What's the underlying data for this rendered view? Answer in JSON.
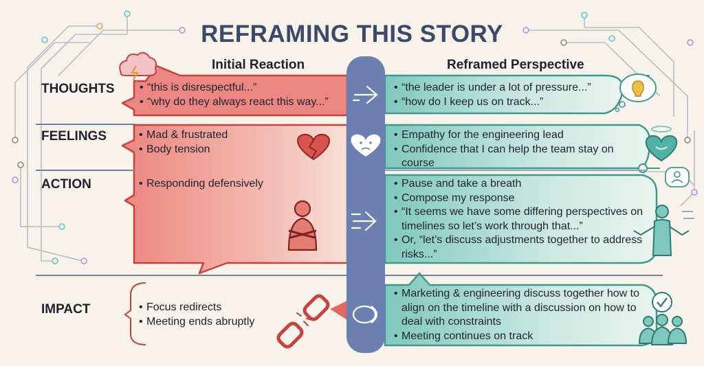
{
  "title": "REFRAMING THIS STORY",
  "columns": {
    "initial": "Initial Reaction",
    "reframed": "Reframed Perspective"
  },
  "rows": [
    {
      "label": "THOUGHTS",
      "initial": [
        "“this is disrespectful...”",
        "“why do they always react this way...”"
      ],
      "reframed": [
        "“the leader is under a lot of pressure...”",
        "“how do I keep us on track...”"
      ]
    },
    {
      "label": "FEELINGS",
      "initial": [
        "Mad & frustrated",
        "Body tension"
      ],
      "reframed": [
        "Empathy for the engineering lead",
        "Confidence that I can help the team stay on course"
      ]
    },
    {
      "label": "ACTION",
      "initial": [
        "Responding defensively"
      ],
      "reframed": [
        "Pause and take a breath",
        "Compose my response",
        "“It seems we have some differing perspectives on timelines so let’s work through that...”",
        "Or, “let’s discuss adjustments together to address risks...”"
      ]
    },
    {
      "label": "IMPACT",
      "initial": [
        "Focus redirects",
        "Meeting ends abruptly"
      ],
      "reframed": [
        "Marketing & engineering discuss together how to align on the timeline with a discussion on how to deal with constraints",
        "Meeting continues on track"
      ]
    }
  ],
  "colors": {
    "title": "#3b4a68",
    "initial_fill": "#ec8a84",
    "initial_stroke": "#c8423d",
    "reframed_fill": "#a6d9d0",
    "reframed_stroke": "#3f9a8d",
    "center_bar": "#6b7fb0"
  },
  "icons": [
    "storm-cloud-icon",
    "lightbulb-thought-icon",
    "broken-heart-icon",
    "sad-heart-icon",
    "halo-heart-icon",
    "crossed-arms-person-icon",
    "calm-person-icon",
    "speech-person-icon",
    "broken-chain-icon",
    "team-check-icon",
    "arrow-right-icon"
  ]
}
